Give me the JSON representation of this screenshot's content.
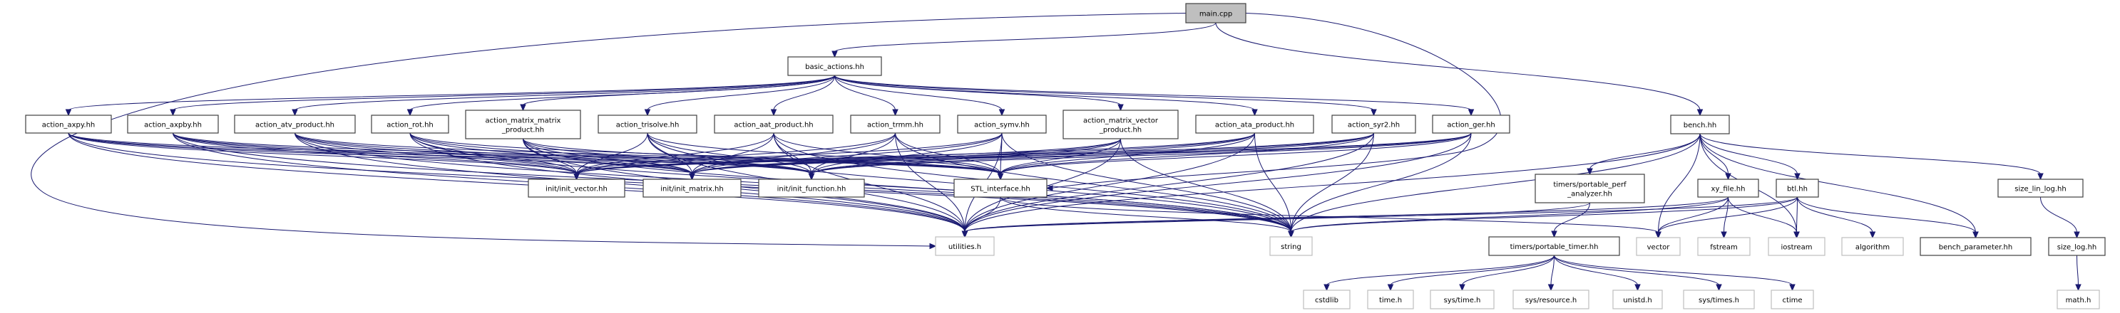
{
  "title": "main.cpp include dependency graph",
  "colors": {
    "edge": "#191970",
    "root_fill": "#bfbfbf",
    "node_border": "#404040",
    "system_border": "#bfbfbf",
    "node_fill": "#ffffff"
  },
  "nodes": [
    {
      "id": "main",
      "label": [
        "main.cpp"
      ],
      "kind": "root"
    },
    {
      "id": "basic_actions",
      "label": [
        "basic_actions.hh"
      ],
      "kind": "file"
    },
    {
      "id": "axpy",
      "label": [
        "action_axpy.hh"
      ],
      "kind": "file"
    },
    {
      "id": "axpby",
      "label": [
        "action_axpby.hh"
      ],
      "kind": "file"
    },
    {
      "id": "atv",
      "label": [
        "action_atv_product.hh"
      ],
      "kind": "file"
    },
    {
      "id": "rot",
      "label": [
        "action_rot.hh"
      ],
      "kind": "file"
    },
    {
      "id": "mmp",
      "label": [
        "action_matrix_matrix",
        "_product.hh"
      ],
      "kind": "file"
    },
    {
      "id": "trisolve",
      "label": [
        "action_trisolve.hh"
      ],
      "kind": "file"
    },
    {
      "id": "aat",
      "label": [
        "action_aat_product.hh"
      ],
      "kind": "file"
    },
    {
      "id": "trmm",
      "label": [
        "action_trmm.hh"
      ],
      "kind": "file"
    },
    {
      "id": "symv",
      "label": [
        "action_symv.hh"
      ],
      "kind": "file"
    },
    {
      "id": "mvp",
      "label": [
        "action_matrix_vector",
        "_product.hh"
      ],
      "kind": "file"
    },
    {
      "id": "ata",
      "label": [
        "action_ata_product.hh"
      ],
      "kind": "file"
    },
    {
      "id": "syr2",
      "label": [
        "action_syr2.hh"
      ],
      "kind": "file"
    },
    {
      "id": "ger",
      "label": [
        "action_ger.hh"
      ],
      "kind": "file"
    },
    {
      "id": "bench",
      "label": [
        "bench.hh"
      ],
      "kind": "file"
    },
    {
      "id": "init_vector",
      "label": [
        "init/init_vector.hh"
      ],
      "kind": "file"
    },
    {
      "id": "init_matrix",
      "label": [
        "init/init_matrix.hh"
      ],
      "kind": "file"
    },
    {
      "id": "init_function",
      "label": [
        "init/init_function.hh"
      ],
      "kind": "file"
    },
    {
      "id": "stl_interface",
      "label": [
        "STL_interface.hh"
      ],
      "kind": "file"
    },
    {
      "id": "perf_analyzer",
      "label": [
        "timers/portable_perf",
        "_analyzer.hh"
      ],
      "kind": "file"
    },
    {
      "id": "xy_file",
      "label": [
        "xy_file.hh"
      ],
      "kind": "file"
    },
    {
      "id": "btl",
      "label": [
        "btl.hh"
      ],
      "kind": "file"
    },
    {
      "id": "size_lin_log",
      "label": [
        "size_lin_log.hh"
      ],
      "kind": "file"
    },
    {
      "id": "utilities",
      "label": [
        "utilities.h"
      ],
      "kind": "system"
    },
    {
      "id": "string",
      "label": [
        "string"
      ],
      "kind": "system"
    },
    {
      "id": "portable_timer",
      "label": [
        "timers/portable_timer.hh"
      ],
      "kind": "file"
    },
    {
      "id": "vector",
      "label": [
        "vector"
      ],
      "kind": "system"
    },
    {
      "id": "fstream",
      "label": [
        "fstream"
      ],
      "kind": "system"
    },
    {
      "id": "iostream",
      "label": [
        "iostream"
      ],
      "kind": "system"
    },
    {
      "id": "algorithm",
      "label": [
        "algorithm"
      ],
      "kind": "system"
    },
    {
      "id": "bench_parameter",
      "label": [
        "bench_parameter.hh"
      ],
      "kind": "file"
    },
    {
      "id": "size_log",
      "label": [
        "size_log.hh"
      ],
      "kind": "file"
    },
    {
      "id": "cstdlib",
      "label": [
        "cstdlib"
      ],
      "kind": "system"
    },
    {
      "id": "time_h",
      "label": [
        "time.h"
      ],
      "kind": "system"
    },
    {
      "id": "sys_time",
      "label": [
        "sys/time.h"
      ],
      "kind": "system"
    },
    {
      "id": "sys_resource",
      "label": [
        "sys/resource.h"
      ],
      "kind": "system"
    },
    {
      "id": "unistd",
      "label": [
        "unistd.h"
      ],
      "kind": "system"
    },
    {
      "id": "sys_times",
      "label": [
        "sys/times.h"
      ],
      "kind": "system"
    },
    {
      "id": "ctime",
      "label": [
        "ctime"
      ],
      "kind": "system"
    },
    {
      "id": "math_h",
      "label": [
        "math.h"
      ],
      "kind": "system"
    }
  ],
  "edges": [
    [
      "main",
      "basic_actions"
    ],
    [
      "main",
      "bench"
    ],
    [
      "main",
      "utilities"
    ],
    [
      "main",
      "stl_interface"
    ],
    [
      "basic_actions",
      "axpy"
    ],
    [
      "basic_actions",
      "axpby"
    ],
    [
      "basic_actions",
      "atv"
    ],
    [
      "basic_actions",
      "rot"
    ],
    [
      "basic_actions",
      "mmp"
    ],
    [
      "basic_actions",
      "trisolve"
    ],
    [
      "basic_actions",
      "aat"
    ],
    [
      "basic_actions",
      "trmm"
    ],
    [
      "basic_actions",
      "symv"
    ],
    [
      "basic_actions",
      "mvp"
    ],
    [
      "basic_actions",
      "ata"
    ],
    [
      "basic_actions",
      "syr2"
    ],
    [
      "basic_actions",
      "ger"
    ],
    [
      "axpy",
      "utilities"
    ],
    [
      "axpy",
      "stl_interface"
    ],
    [
      "axpy",
      "string"
    ],
    [
      "axpy",
      "init_function"
    ],
    [
      "axpy",
      "init_vector"
    ],
    [
      "axpy",
      "init_matrix"
    ],
    [
      "axpby",
      "utilities"
    ],
    [
      "axpby",
      "stl_interface"
    ],
    [
      "axpby",
      "string"
    ],
    [
      "axpby",
      "init_function"
    ],
    [
      "axpby",
      "init_vector"
    ],
    [
      "axpby",
      "init_matrix"
    ],
    [
      "atv",
      "utilities"
    ],
    [
      "atv",
      "stl_interface"
    ],
    [
      "atv",
      "string"
    ],
    [
      "atv",
      "init_function"
    ],
    [
      "atv",
      "init_vector"
    ],
    [
      "atv",
      "init_matrix"
    ],
    [
      "rot",
      "utilities"
    ],
    [
      "rot",
      "stl_interface"
    ],
    [
      "rot",
      "string"
    ],
    [
      "rot",
      "init_function"
    ],
    [
      "rot",
      "init_vector"
    ],
    [
      "rot",
      "init_matrix"
    ],
    [
      "mmp",
      "utilities"
    ],
    [
      "mmp",
      "stl_interface"
    ],
    [
      "mmp",
      "string"
    ],
    [
      "mmp",
      "init_function"
    ],
    [
      "mmp",
      "init_vector"
    ],
    [
      "mmp",
      "init_matrix"
    ],
    [
      "trisolve",
      "utilities"
    ],
    [
      "trisolve",
      "stl_interface"
    ],
    [
      "trisolve",
      "string"
    ],
    [
      "trisolve",
      "init_function"
    ],
    [
      "trisolve",
      "init_vector"
    ],
    [
      "trisolve",
      "init_matrix"
    ],
    [
      "aat",
      "utilities"
    ],
    [
      "aat",
      "stl_interface"
    ],
    [
      "aat",
      "string"
    ],
    [
      "aat",
      "init_function"
    ],
    [
      "aat",
      "init_vector"
    ],
    [
      "aat",
      "init_matrix"
    ],
    [
      "trmm",
      "utilities"
    ],
    [
      "trmm",
      "stl_interface"
    ],
    [
      "trmm",
      "string"
    ],
    [
      "trmm",
      "init_function"
    ],
    [
      "trmm",
      "init_vector"
    ],
    [
      "trmm",
      "init_matrix"
    ],
    [
      "symv",
      "utilities"
    ],
    [
      "symv",
      "stl_interface"
    ],
    [
      "symv",
      "string"
    ],
    [
      "symv",
      "init_function"
    ],
    [
      "symv",
      "init_vector"
    ],
    [
      "symv",
      "init_matrix"
    ],
    [
      "mvp",
      "utilities"
    ],
    [
      "mvp",
      "stl_interface"
    ],
    [
      "mvp",
      "string"
    ],
    [
      "mvp",
      "init_function"
    ],
    [
      "mvp",
      "init_vector"
    ],
    [
      "mvp",
      "init_matrix"
    ],
    [
      "ata",
      "utilities"
    ],
    [
      "ata",
      "stl_interface"
    ],
    [
      "ata",
      "string"
    ],
    [
      "ata",
      "init_function"
    ],
    [
      "ata",
      "init_vector"
    ],
    [
      "ata",
      "init_matrix"
    ],
    [
      "syr2",
      "utilities"
    ],
    [
      "syr2",
      "stl_interface"
    ],
    [
      "syr2",
      "string"
    ],
    [
      "syr2",
      "init_function"
    ],
    [
      "syr2",
      "init_vector"
    ],
    [
      "syr2",
      "init_matrix"
    ],
    [
      "ger",
      "utilities"
    ],
    [
      "ger",
      "stl_interface"
    ],
    [
      "ger",
      "string"
    ],
    [
      "ger",
      "init_function"
    ],
    [
      "ger",
      "init_vector"
    ],
    [
      "ger",
      "init_matrix"
    ],
    [
      "stl_interface",
      "utilities"
    ],
    [
      "stl_interface",
      "string"
    ],
    [
      "stl_interface",
      "vector"
    ],
    [
      "bench",
      "utilities"
    ],
    [
      "bench",
      "perf_analyzer"
    ],
    [
      "bench",
      "string"
    ],
    [
      "bench",
      "vector"
    ],
    [
      "bench",
      "xy_file"
    ],
    [
      "bench",
      "btl"
    ],
    [
      "bench",
      "iostream"
    ],
    [
      "bench",
      "bench_parameter"
    ],
    [
      "bench",
      "size_lin_log"
    ],
    [
      "perf_analyzer",
      "utilities"
    ],
    [
      "perf_analyzer",
      "portable_timer"
    ],
    [
      "xy_file",
      "string"
    ],
    [
      "xy_file",
      "vector"
    ],
    [
      "xy_file",
      "fstream"
    ],
    [
      "xy_file",
      "iostream"
    ],
    [
      "xy_file",
      "utilities"
    ],
    [
      "btl",
      "utilities"
    ],
    [
      "btl",
      "string"
    ],
    [
      "btl",
      "vector"
    ],
    [
      "btl",
      "iostream"
    ],
    [
      "btl",
      "algorithm"
    ],
    [
      "btl",
      "bench_parameter"
    ],
    [
      "size_lin_log",
      "size_log"
    ],
    [
      "size_log",
      "math_h"
    ],
    [
      "portable_timer",
      "cstdlib"
    ],
    [
      "portable_timer",
      "time_h"
    ],
    [
      "portable_timer",
      "sys_time"
    ],
    [
      "portable_timer",
      "sys_resource"
    ],
    [
      "portable_timer",
      "unistd"
    ],
    [
      "portable_timer",
      "sys_times"
    ],
    [
      "portable_timer",
      "ctime"
    ]
  ]
}
